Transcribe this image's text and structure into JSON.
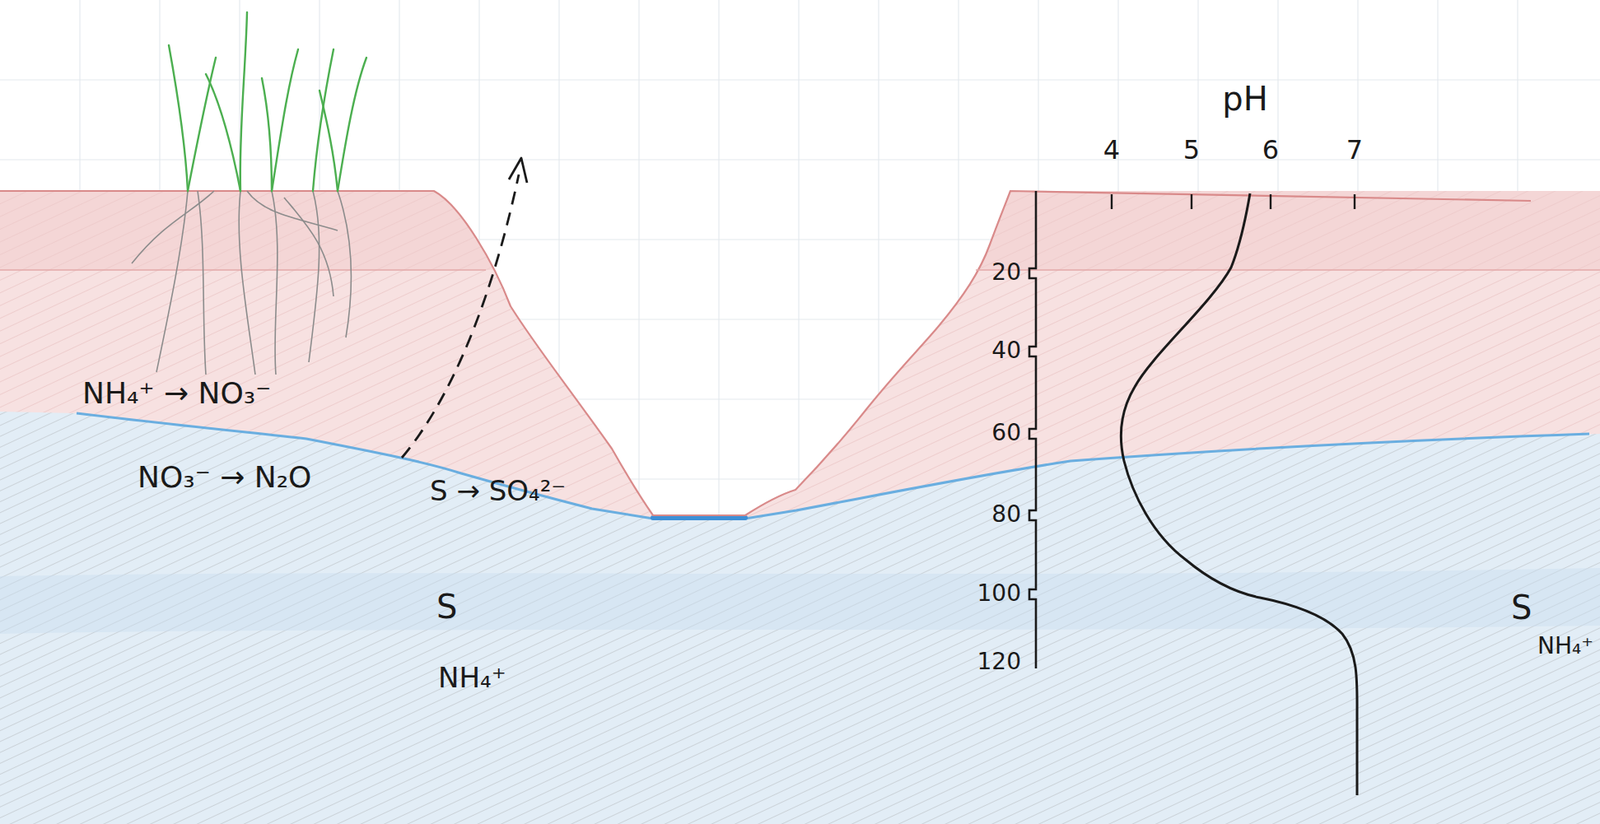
{
  "diagram": {
    "labels": [
      "pH",
      "4",
      "5",
      "6",
      "7",
      "20",
      "40",
      "60",
      "80",
      "100",
      "120",
      "NH₄⁺ → NO₃⁻",
      "NO₃⁻ → N₂O",
      "S → SO₄²⁻",
      "S",
      "NH₄⁺",
      "S",
      "NH₄⁺"
    ]
  }
}
